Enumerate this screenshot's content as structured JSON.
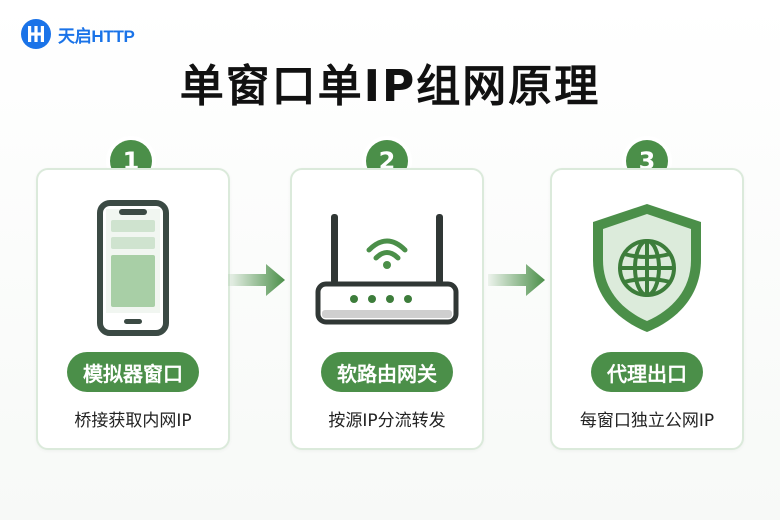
{
  "brand": {
    "name": "天启HTTP",
    "color": "#1a73e8"
  },
  "title": "单窗口单IP组网原理",
  "accent_color": "#4b8f49",
  "steps": [
    {
      "number": "1",
      "icon": "smartphone-icon",
      "label": "模拟器窗口",
      "description": "桥接获取内网IP"
    },
    {
      "number": "2",
      "icon": "router-icon",
      "label": "软路由网关",
      "description": "按源IP分流转发"
    },
    {
      "number": "3",
      "icon": "shield-globe-icon",
      "label": "代理出口",
      "description": "每窗口独立公网IP"
    }
  ]
}
